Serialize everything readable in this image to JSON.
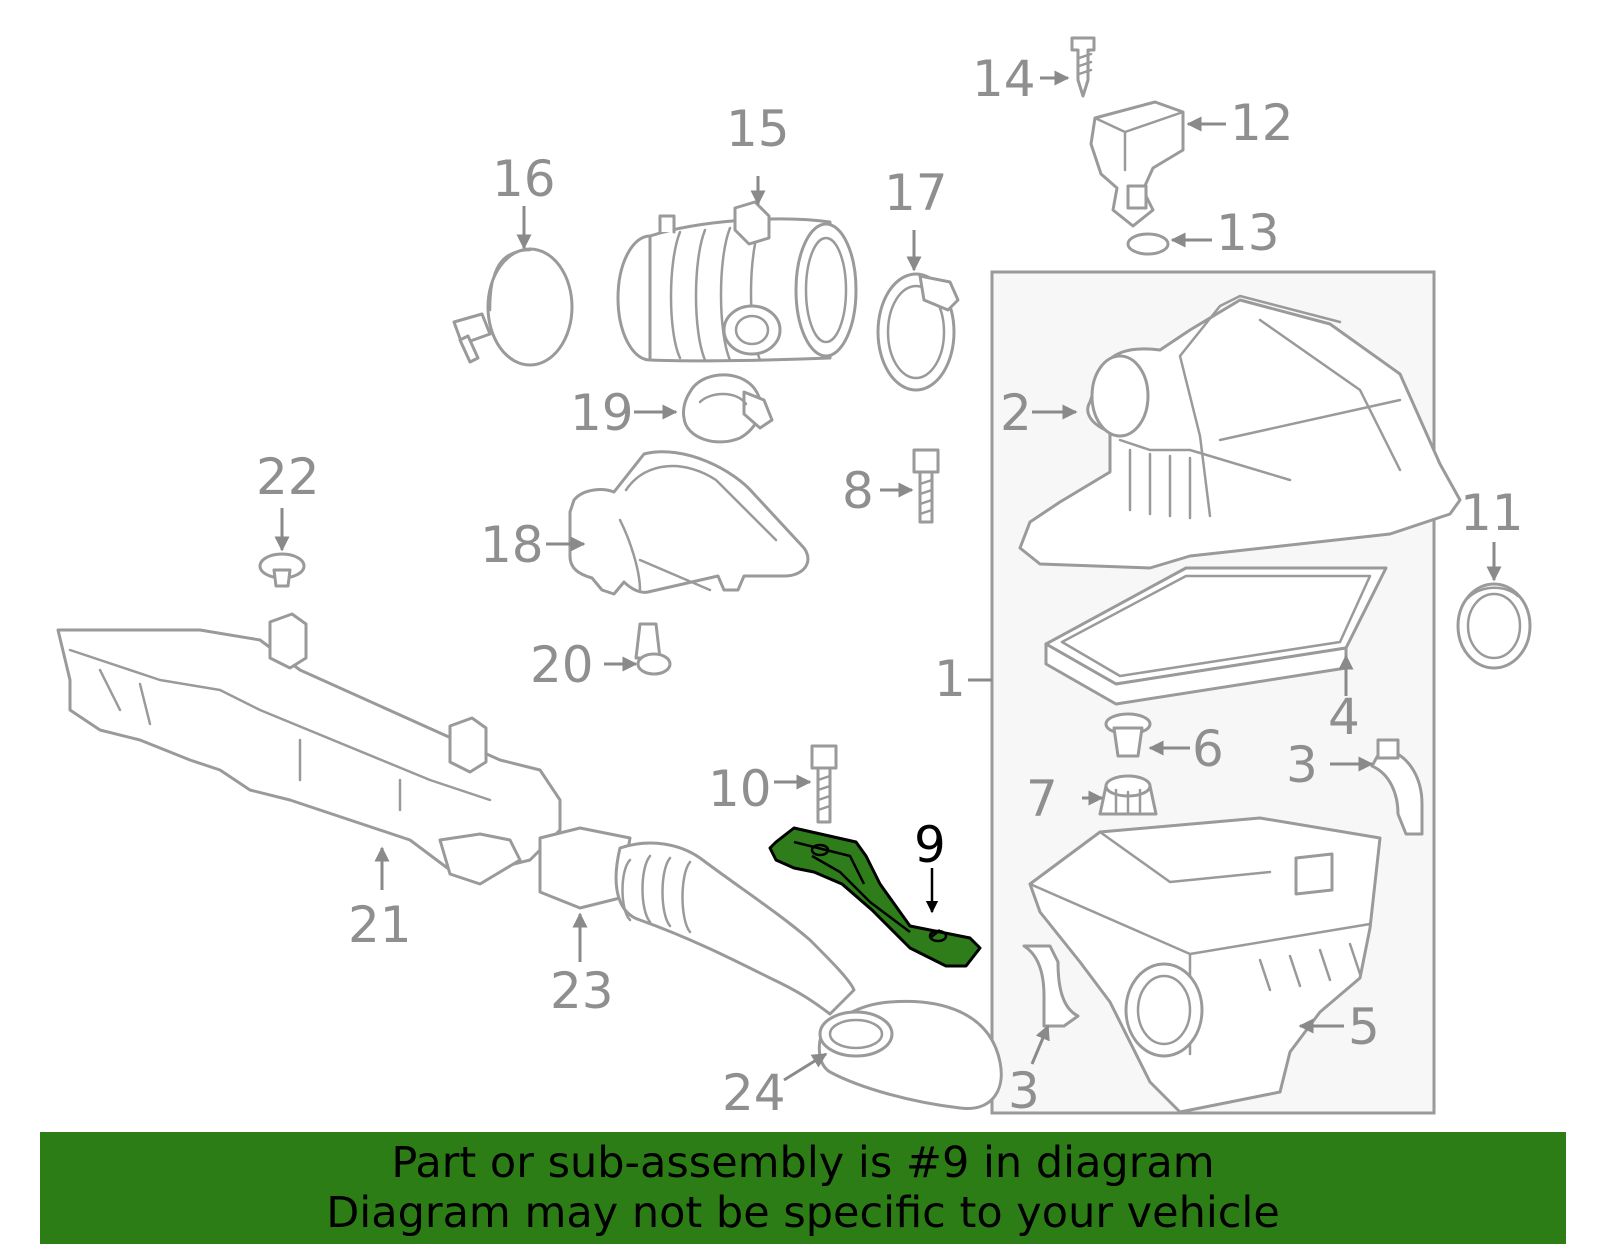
{
  "diagram": {
    "highlighted_part": "9",
    "callouts": [
      "1",
      "2",
      "3",
      "3",
      "4",
      "5",
      "6",
      "7",
      "8",
      "9",
      "10",
      "11",
      "12",
      "13",
      "14",
      "15",
      "16",
      "17",
      "18",
      "19",
      "20",
      "21",
      "22",
      "23",
      "24"
    ]
  },
  "banner": {
    "line1": "Part or sub-assembly is #9 in diagram",
    "line2": "Diagram may not be specific to your vehicle"
  },
  "colors": {
    "banner": "#2d7d17",
    "highlight": "#2e7d1a",
    "line_art": "#9a9a9a"
  }
}
